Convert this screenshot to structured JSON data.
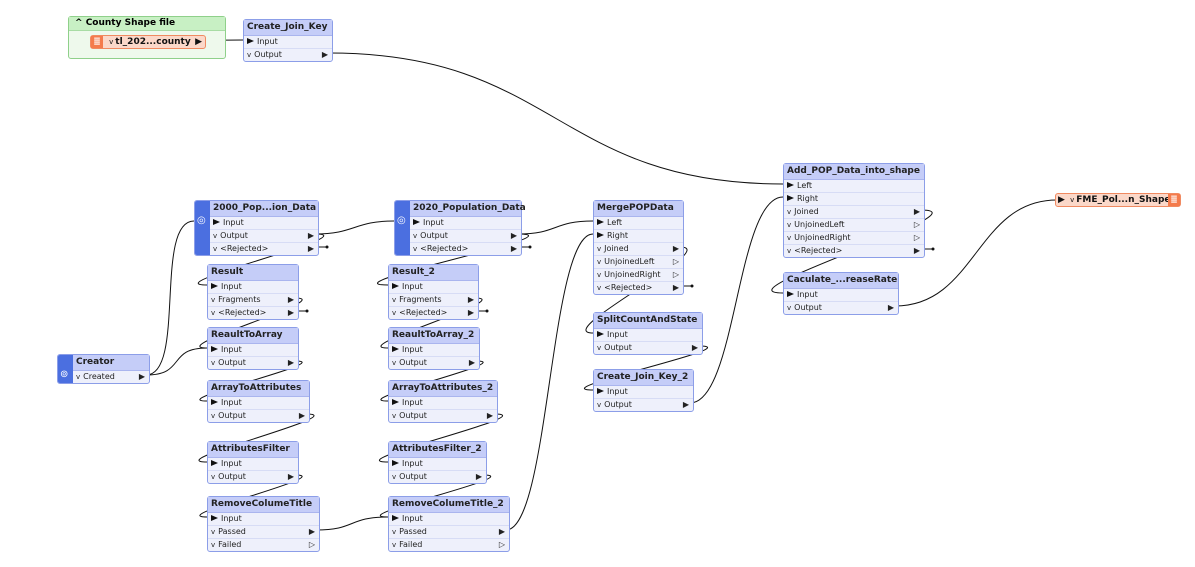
{
  "bookmark": {
    "title": "County Shape file",
    "collapse_icon": "^"
  },
  "reader": {
    "label": "tl_202...county"
  },
  "writer": {
    "label": "FME_Pol...n_Shape"
  },
  "icons": {
    "chevron": "v",
    "globe": "◎",
    "creator": "⊚",
    "layers": "≣"
  },
  "nodes": {
    "create_join_key": {
      "title": "Create_Join_Key",
      "ports": [
        "Input",
        "Output"
      ]
    },
    "pop2000": {
      "title": "2000_Pop...ion_Data",
      "ports": [
        "Input",
        "Output",
        "<Rejected>"
      ]
    },
    "result": {
      "title": "Result",
      "ports": [
        "Input",
        "Fragments",
        "<Rejected>"
      ]
    },
    "reault_to_array": {
      "title": "ReaultToArray",
      "ports": [
        "Input",
        "Output"
      ]
    },
    "creator": {
      "title": "Creator",
      "ports": [
        "Created"
      ]
    },
    "array_to_attributes": {
      "title": "ArrayToAttributes",
      "ports": [
        "Input",
        "Output"
      ]
    },
    "attributes_filter": {
      "title": "AttributesFilter",
      "ports": [
        "Input",
        "Output"
      ]
    },
    "remove_colume_title": {
      "title": "RemoveColumeTitle",
      "ports": [
        "Input",
        "Passed",
        "Failed"
      ]
    },
    "pop2020": {
      "title": "2020_Population_Data",
      "ports": [
        "Input",
        "Output",
        "<Rejected>"
      ]
    },
    "result_2": {
      "title": "Result_2",
      "ports": [
        "Input",
        "Fragments",
        "<Rejected>"
      ]
    },
    "reault_to_array_2": {
      "title": "ReaultToArray_2",
      "ports": [
        "Input",
        "Output"
      ]
    },
    "array_to_attributes_2": {
      "title": "ArrayToAttributes_2",
      "ports": [
        "Input",
        "Output"
      ]
    },
    "attributes_filter_2": {
      "title": "AttributesFilter_2",
      "ports": [
        "Input",
        "Output"
      ]
    },
    "remove_colume_title_2": {
      "title": "RemoveColumeTitle_2",
      "ports": [
        "Input",
        "Passed",
        "Failed"
      ]
    },
    "merge_pop_data": {
      "title": "MergePOPData",
      "ports": [
        "Left",
        "Right",
        "Joined",
        "UnjoinedLeft",
        "UnjoinedRight",
        "<Rejected>"
      ]
    },
    "split_count_and_state": {
      "title": "SplitCountAndState",
      "ports": [
        "Input",
        "Output"
      ]
    },
    "create_join_key_2": {
      "title": "Create_Join_Key_2",
      "ports": [
        "Input",
        "Output"
      ]
    },
    "add_pop_data": {
      "title": "Add_POP_Data_into_shape",
      "ports": [
        "Left",
        "Right",
        "Joined",
        "UnjoinedLeft",
        "UnjoinedRight",
        "<Rejected>"
      ]
    },
    "caculate": {
      "title": "Caculate_...reaseRate",
      "ports": [
        "Input",
        "Output"
      ]
    }
  },
  "colors": {
    "transformer_header": "#c5cdf8",
    "transformer_body": "#eef0fb",
    "reader_side": "#4b6fe0",
    "bookmark": "#c8f0c4",
    "feature_type": "#fbd8c9",
    "feature_icon": "#f47b4c"
  }
}
